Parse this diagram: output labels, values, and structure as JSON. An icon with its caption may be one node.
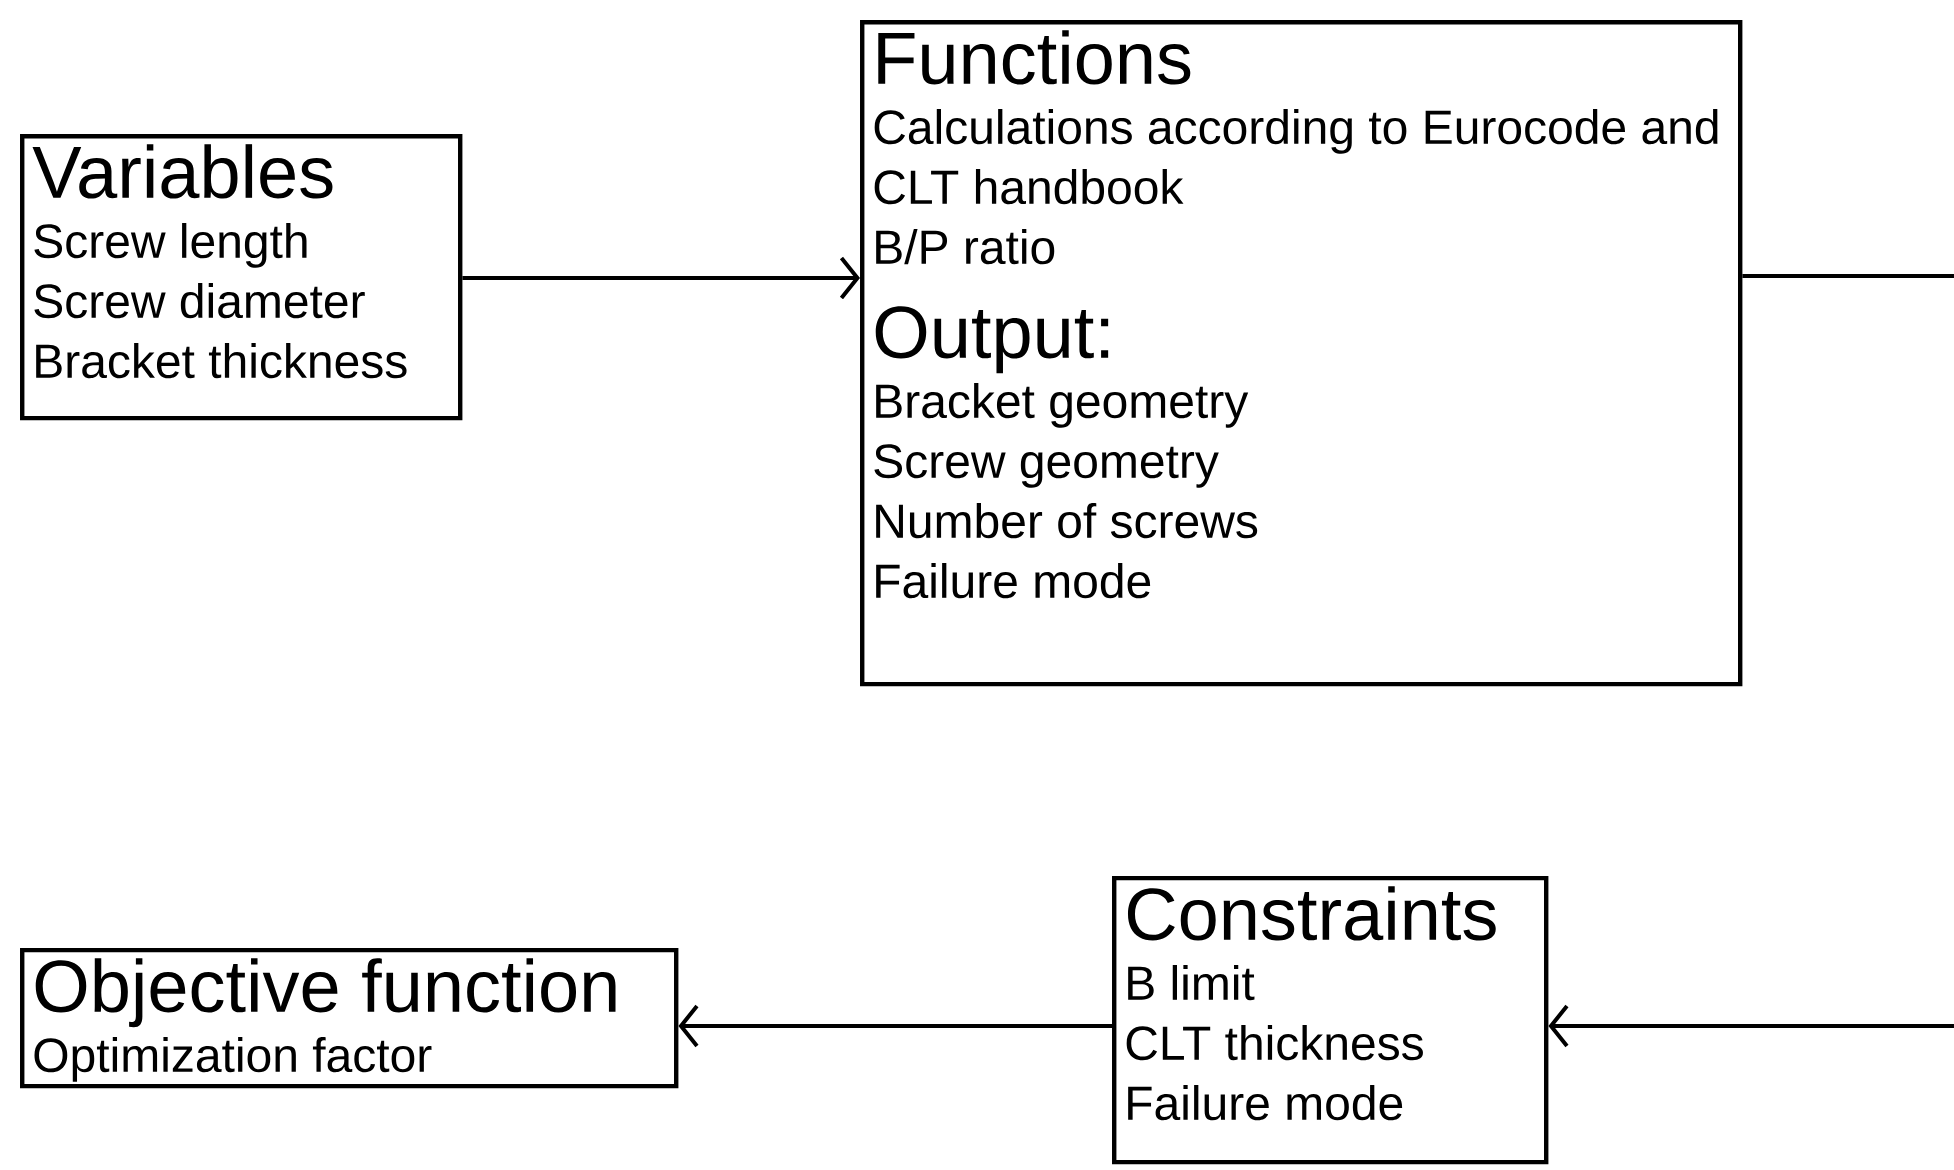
{
  "diagram": {
    "nodes": [
      {
        "text": [
          "Variables",
          "Screw length",
          "Screw diameter",
          "Bracket thickness"
        ]
      },
      {
        "text": [
          "Functions",
          "Calculations according to Eurocode and CLT handbook",
          "B/P ratio",
          "Output:",
          "Bracket geometry",
          "Screw geometry",
          "Number of screws",
          "Failure mode"
        ]
      },
      {
        "text": [
          "Objective function",
          "Optimization factor"
        ]
      },
      {
        "text": [
          "Constraints",
          "B limit",
          "CLT thickness",
          "Failure mode"
        ]
      }
    ],
    "edges": [
      {
        "from": 0,
        "to": 1,
        "arrow": "to"
      },
      {
        "from": 1,
        "to": null,
        "arrow": "none"
      },
      {
        "from": null,
        "to": 3,
        "arrow": "to"
      },
      {
        "from": 3,
        "to": 2,
        "arrow": "to"
      }
    ]
  }
}
